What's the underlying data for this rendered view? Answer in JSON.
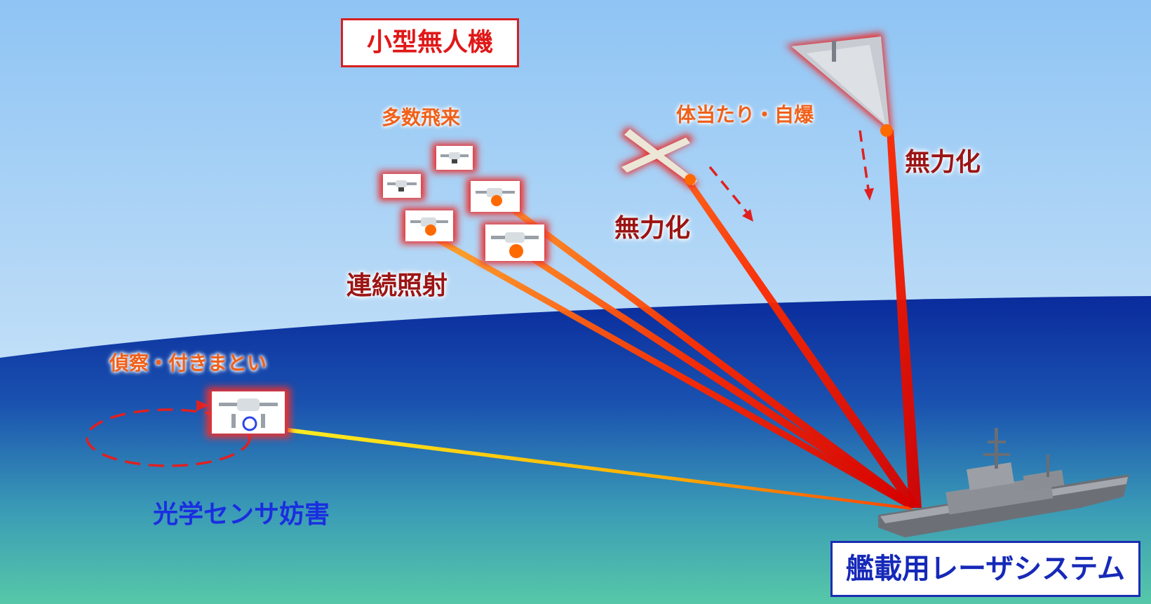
{
  "labels": {
    "title": "小型無人機",
    "swarm": "多数飛来",
    "kamikaze": "体当たり・自爆",
    "neutralize_1": "無力化",
    "neutralize_2": "無力化",
    "continuous": "連続照射",
    "recon": "偵察・付きまとい",
    "sensor_jam": "光学センサ妨害",
    "system": "艦載用レーザシステム"
  },
  "colors": {
    "sky_top": "#8fc4f4",
    "sky_bottom": "#e6f1fb",
    "sea_top": "#0a2b9c",
    "sea_bottom": "#52c6aa",
    "laser": "#ff2a00",
    "dazzle_beam": "#ffee22",
    "accent_red": "#e01818",
    "accent_blue": "#1629b8"
  },
  "icons": {
    "drone": "quadcopter-drone-icon",
    "loitering_munition": "x-wing-loitering-munition-icon",
    "delta_drone": "delta-wing-drone-icon",
    "ship": "destroyer-ship-icon",
    "impact": "impact-burst-icon"
  }
}
